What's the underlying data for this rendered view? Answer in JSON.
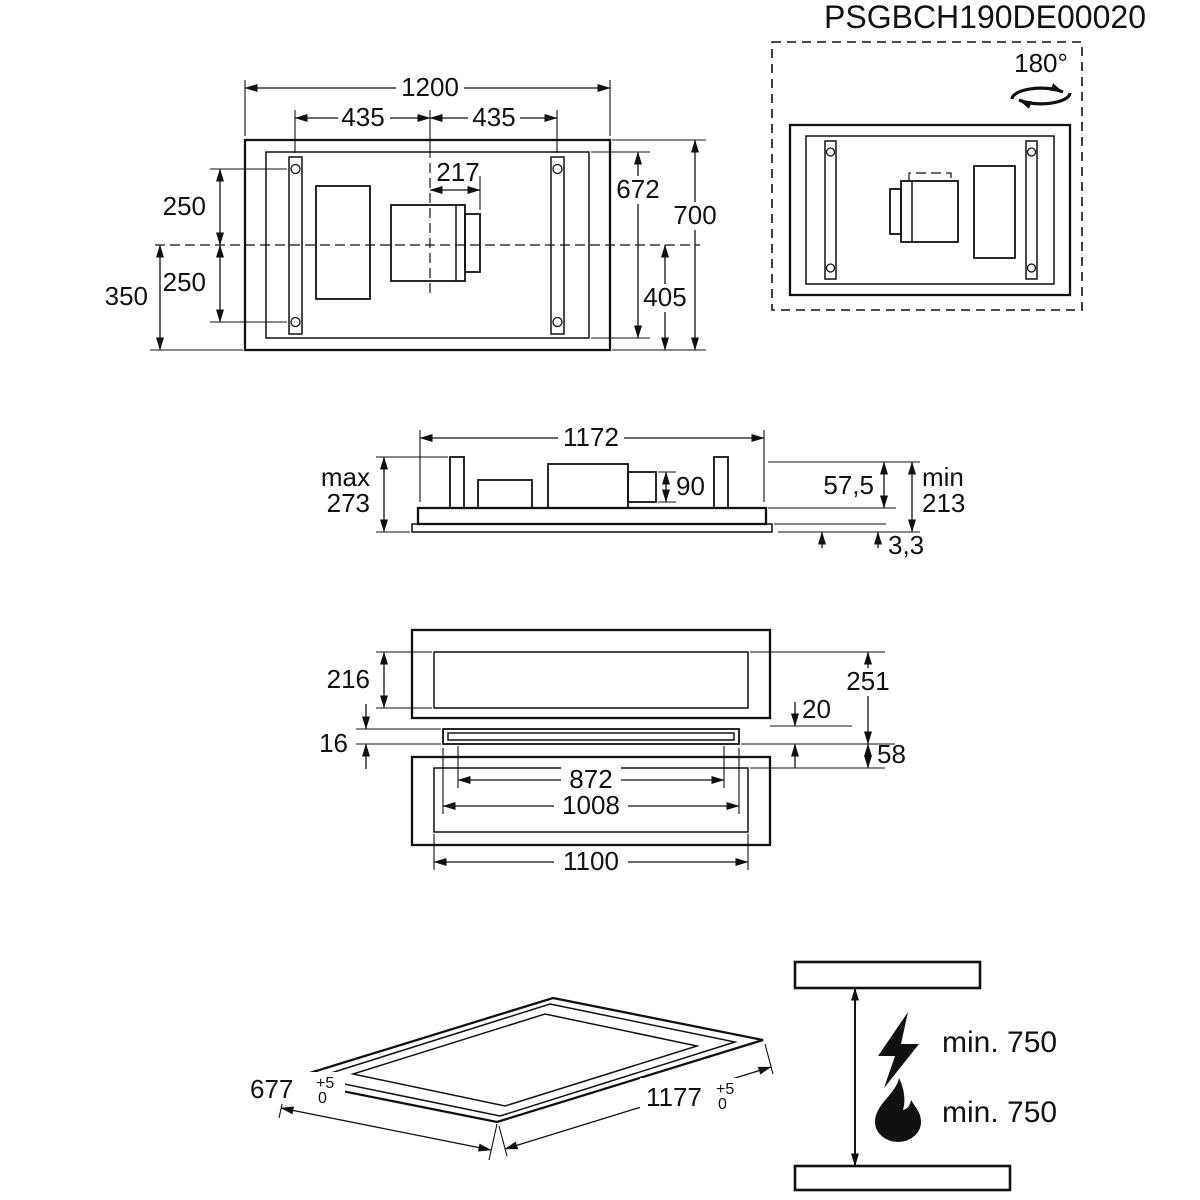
{
  "drawing": {
    "model": "PSGBCH190DE00020",
    "rotation": "180°"
  },
  "top_view": {
    "overall_width": "1200",
    "mount_pitch_left": "435",
    "mount_pitch_right": "435",
    "duct_offset": "217",
    "hole_pitch_upper": "250",
    "hole_pitch_lower": "250",
    "center_to_rear": "350",
    "inner_depth": "672",
    "overall_depth": "700",
    "duct_to_rear": "405"
  },
  "side_view": {
    "overall_width": "1172",
    "max_label": "max",
    "max_height": "273",
    "duct_height": "90",
    "drop_height": "57,5",
    "min_label": "min",
    "min_height": "213",
    "panel_gap": "3,3"
  },
  "panel_view": {
    "frame_height": "216",
    "panel_thickness": "16",
    "gap": "20",
    "recess_height": "251",
    "step_height": "58",
    "width_inner": "872",
    "width_panel": "1008",
    "width_opening": "1100"
  },
  "cutout_view": {
    "depth": "677",
    "depth_tol_plus": "+5",
    "depth_tol_minus": "0",
    "width": "1177",
    "width_tol_plus": "+5",
    "width_tol_minus": "0"
  },
  "clearance_view": {
    "electric_min": "min. 750",
    "hob_min": "min. 750"
  }
}
